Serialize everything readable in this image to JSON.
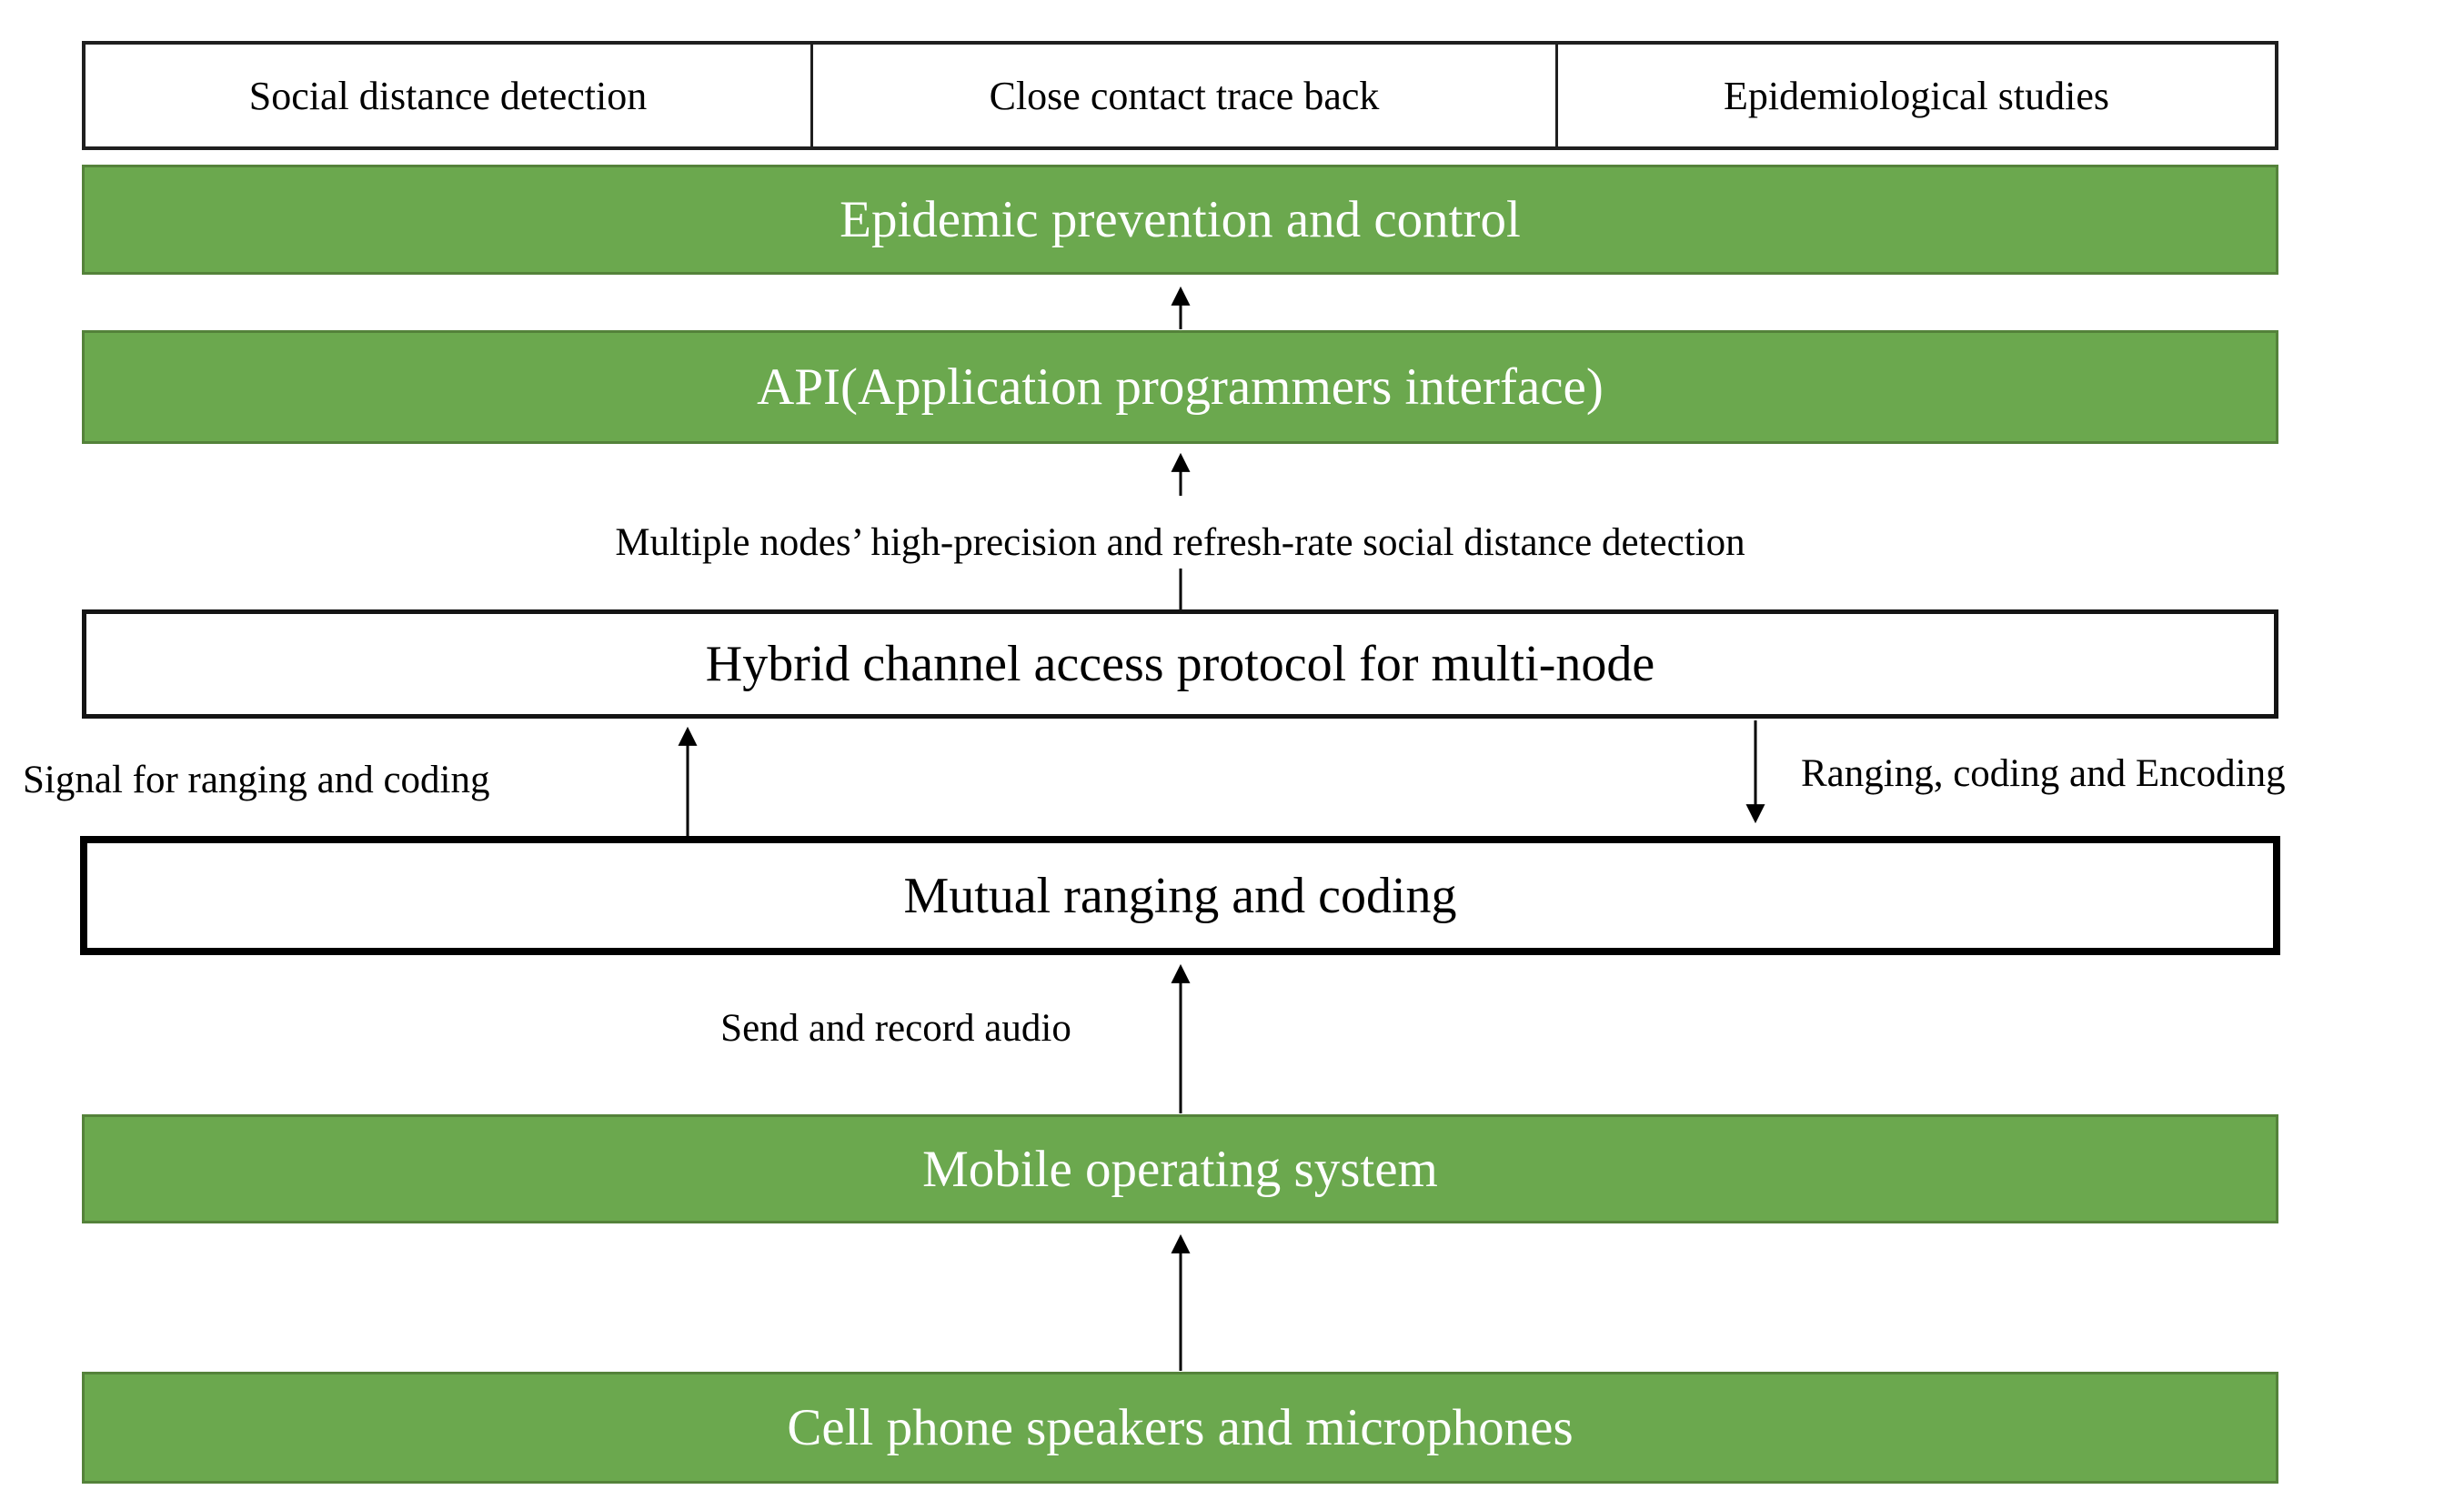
{
  "colors": {
    "green_fill": "#6BA84E",
    "green_border": "#54823A",
    "box_border": "#141414",
    "mutual_border": "#000000",
    "text_on_green": "#ffffff",
    "text_dark": "#000000",
    "background": "#ffffff",
    "arrow": "#000000"
  },
  "top_row": {
    "cells": [
      "Social distance detection",
      "Close contact trace back",
      "Epidemiological studies"
    ]
  },
  "boxes": {
    "epidemic": "Epidemic prevention and control",
    "api": "API(Application programmers interface)",
    "hybrid": "Hybrid channel access protocol for multi-node",
    "mutual": "Mutual ranging and coding",
    "mobile_os": "Mobile operating system",
    "cell_phone": "Cell phone speakers and microphones"
  },
  "annotations": {
    "multi_node": "Multiple nodes’ high-precision and refresh-rate social distance detection",
    "signal": "Signal for ranging and coding",
    "ranging": "Ranging, coding and Encoding",
    "audio": "Send and record audio"
  }
}
